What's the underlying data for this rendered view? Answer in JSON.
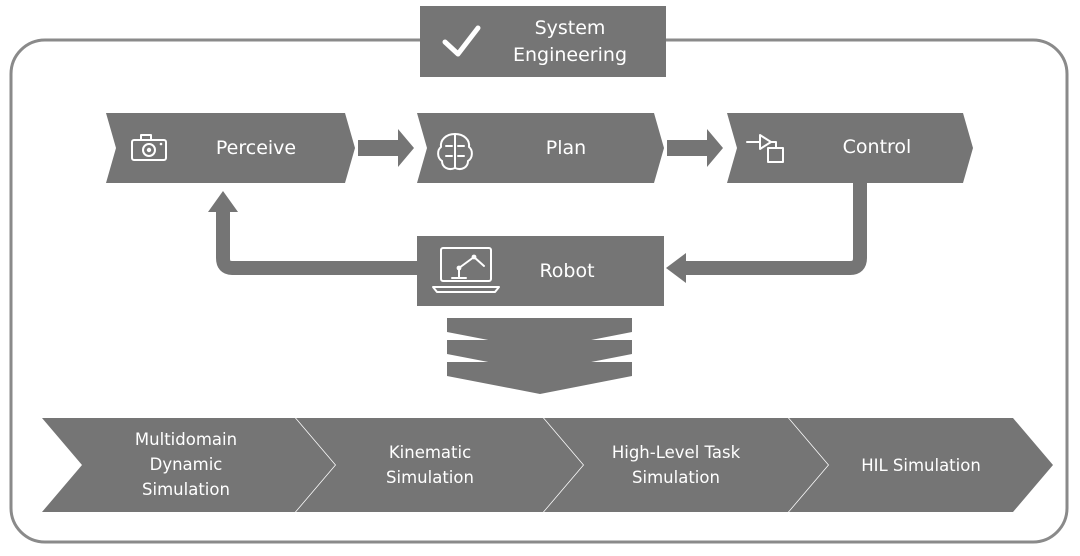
{
  "header": {
    "title_line1": "System",
    "title_line2": "Engineering",
    "icon": "checkmark-icon"
  },
  "loop": {
    "perceive": {
      "label": "Perceive",
      "icon": "camera-icon"
    },
    "plan": {
      "label": "Plan",
      "icon": "brain-icon"
    },
    "control": {
      "label": "Control",
      "icon": "control-block-icon"
    },
    "robot": {
      "label": "Robot",
      "icon": "laptop-robot-arm-icon"
    }
  },
  "stages": [
    {
      "lines": [
        "Multidomain",
        "Dynamic",
        "Simulation"
      ]
    },
    {
      "lines": [
        "Kinematic",
        "Simulation"
      ]
    },
    {
      "lines": [
        "High-Level Task",
        "Simulation"
      ]
    },
    {
      "lines": [
        "HIL Simulation"
      ]
    }
  ],
  "colors": {
    "shape": "#757575",
    "frame": "#8a8a8a",
    "text": "#ffffff"
  }
}
